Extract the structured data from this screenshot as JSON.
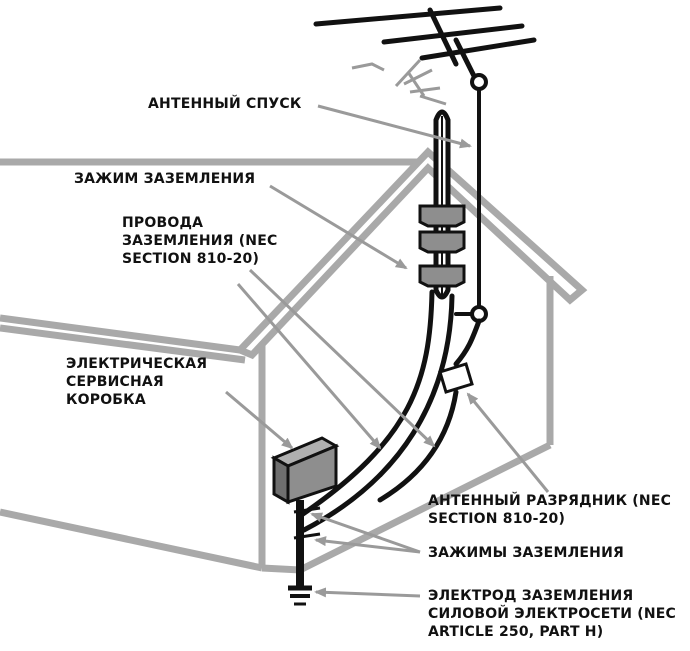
{
  "labels": {
    "antenna_lead": [
      "АНТЕННЫЙ СПУСК"
    ],
    "ground_clamp": [
      "ЗАЖИМ ЗАЗЕМЛЕНИЯ"
    ],
    "ground_wires": [
      "ПРОВОДА",
      "ЗАЗЕМЛЕНИЯ (NEC",
      "SECTION 810-20)"
    ],
    "service_box": [
      "ЭЛЕКТРИЧЕСКАЯ",
      "СЕРВИСНАЯ",
      "КОРОБКА"
    ],
    "discharge_unit": [
      "АНТЕННЫЙ РАЗРЯДНИК (NEC",
      "SECTION 810-20)"
    ],
    "ground_clamps": [
      "ЗАЖИМЫ ЗАЗЕМЛЕНИЯ"
    ],
    "power_electrode": [
      "ЭЛЕКТРОД ЗАЗЕМЛЕНИЯ",
      "СИЛОВОЙ ЭЛЕКТРОСЕТИ (NEC",
      "ARTICLE 250, PART H)"
    ]
  },
  "colors": {
    "house": "#a9a9a9",
    "wire": "#111111",
    "box_fill": "#8e8e8e",
    "arrow": "#9a9a9a",
    "text": "#111111"
  }
}
